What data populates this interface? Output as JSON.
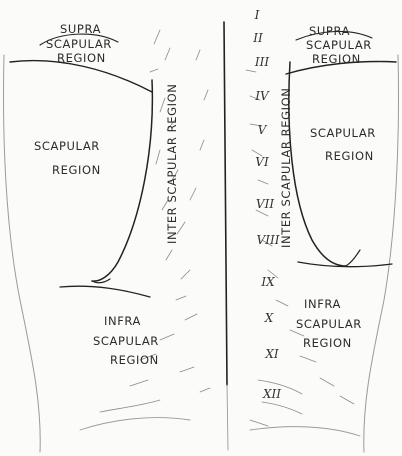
{
  "labels": {
    "left_supra": [
      "SUPRA",
      "SCAPULAR",
      "REGION"
    ],
    "right_supra": [
      "SUPRA",
      "SCAPULAR",
      "REGION"
    ],
    "left_scapular": [
      "SCAPULAR",
      "REGION"
    ],
    "right_scapular": [
      "SCAPULAR",
      "REGION"
    ],
    "left_inter_scapular": "INTER SCAPULAR REGION",
    "right_inter_scapular": "INTER SCAPULAR REGION",
    "left_infra": [
      "INFRA",
      "SCAPULAR",
      "REGION"
    ],
    "right_infra": [
      "INFRA",
      "SCAPULAR",
      "REGION"
    ]
  },
  "vertebrae": [
    "I",
    "II",
    "III",
    "IV",
    "V",
    "VI",
    "VII",
    "VIII",
    "IX",
    "X",
    "XI",
    "XII"
  ],
  "colors": {
    "ink": "#222222",
    "faint": "#9a9a9a",
    "paper": "#fbfbf9"
  }
}
